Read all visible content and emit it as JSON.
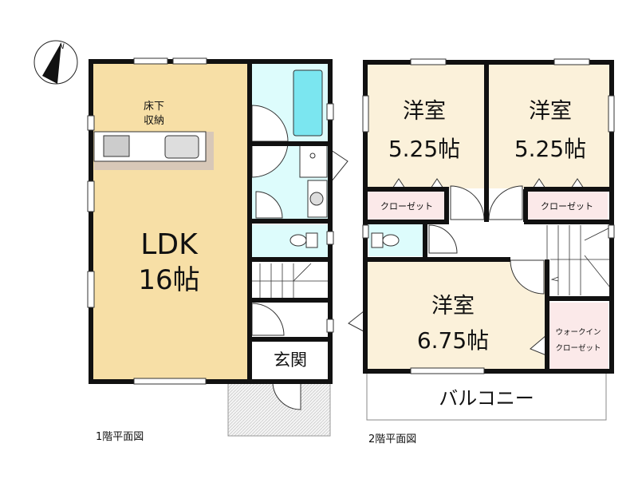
{
  "floor1": {
    "caption": "1階平面図",
    "ldk_name": "LDK",
    "ldk_size": "16帖",
    "storage_line1": "床下",
    "storage_line2": "収納",
    "entrance": "玄関"
  },
  "floor2": {
    "caption": "2階平面図",
    "bedroom1_name": "洋室",
    "bedroom1_size": "5.25帖",
    "bedroom2_name": "洋室",
    "bedroom2_size": "5.25帖",
    "bedroom3_name": "洋室",
    "bedroom3_size": "6.75帖",
    "closet1": "クローゼット",
    "closet2": "クローゼット",
    "wic_line1": "ウォークイン",
    "wic_line2": "クローゼット",
    "balcony": "バルコニー"
  },
  "compass": {
    "label": "N"
  },
  "colors": {
    "ldk": "#f7dfa6",
    "bedroom": "#fbf1da",
    "closet": "#fbe9e9",
    "wet": "#ddfcfc",
    "tub": "#7be6f0",
    "wall": "#111111"
  }
}
